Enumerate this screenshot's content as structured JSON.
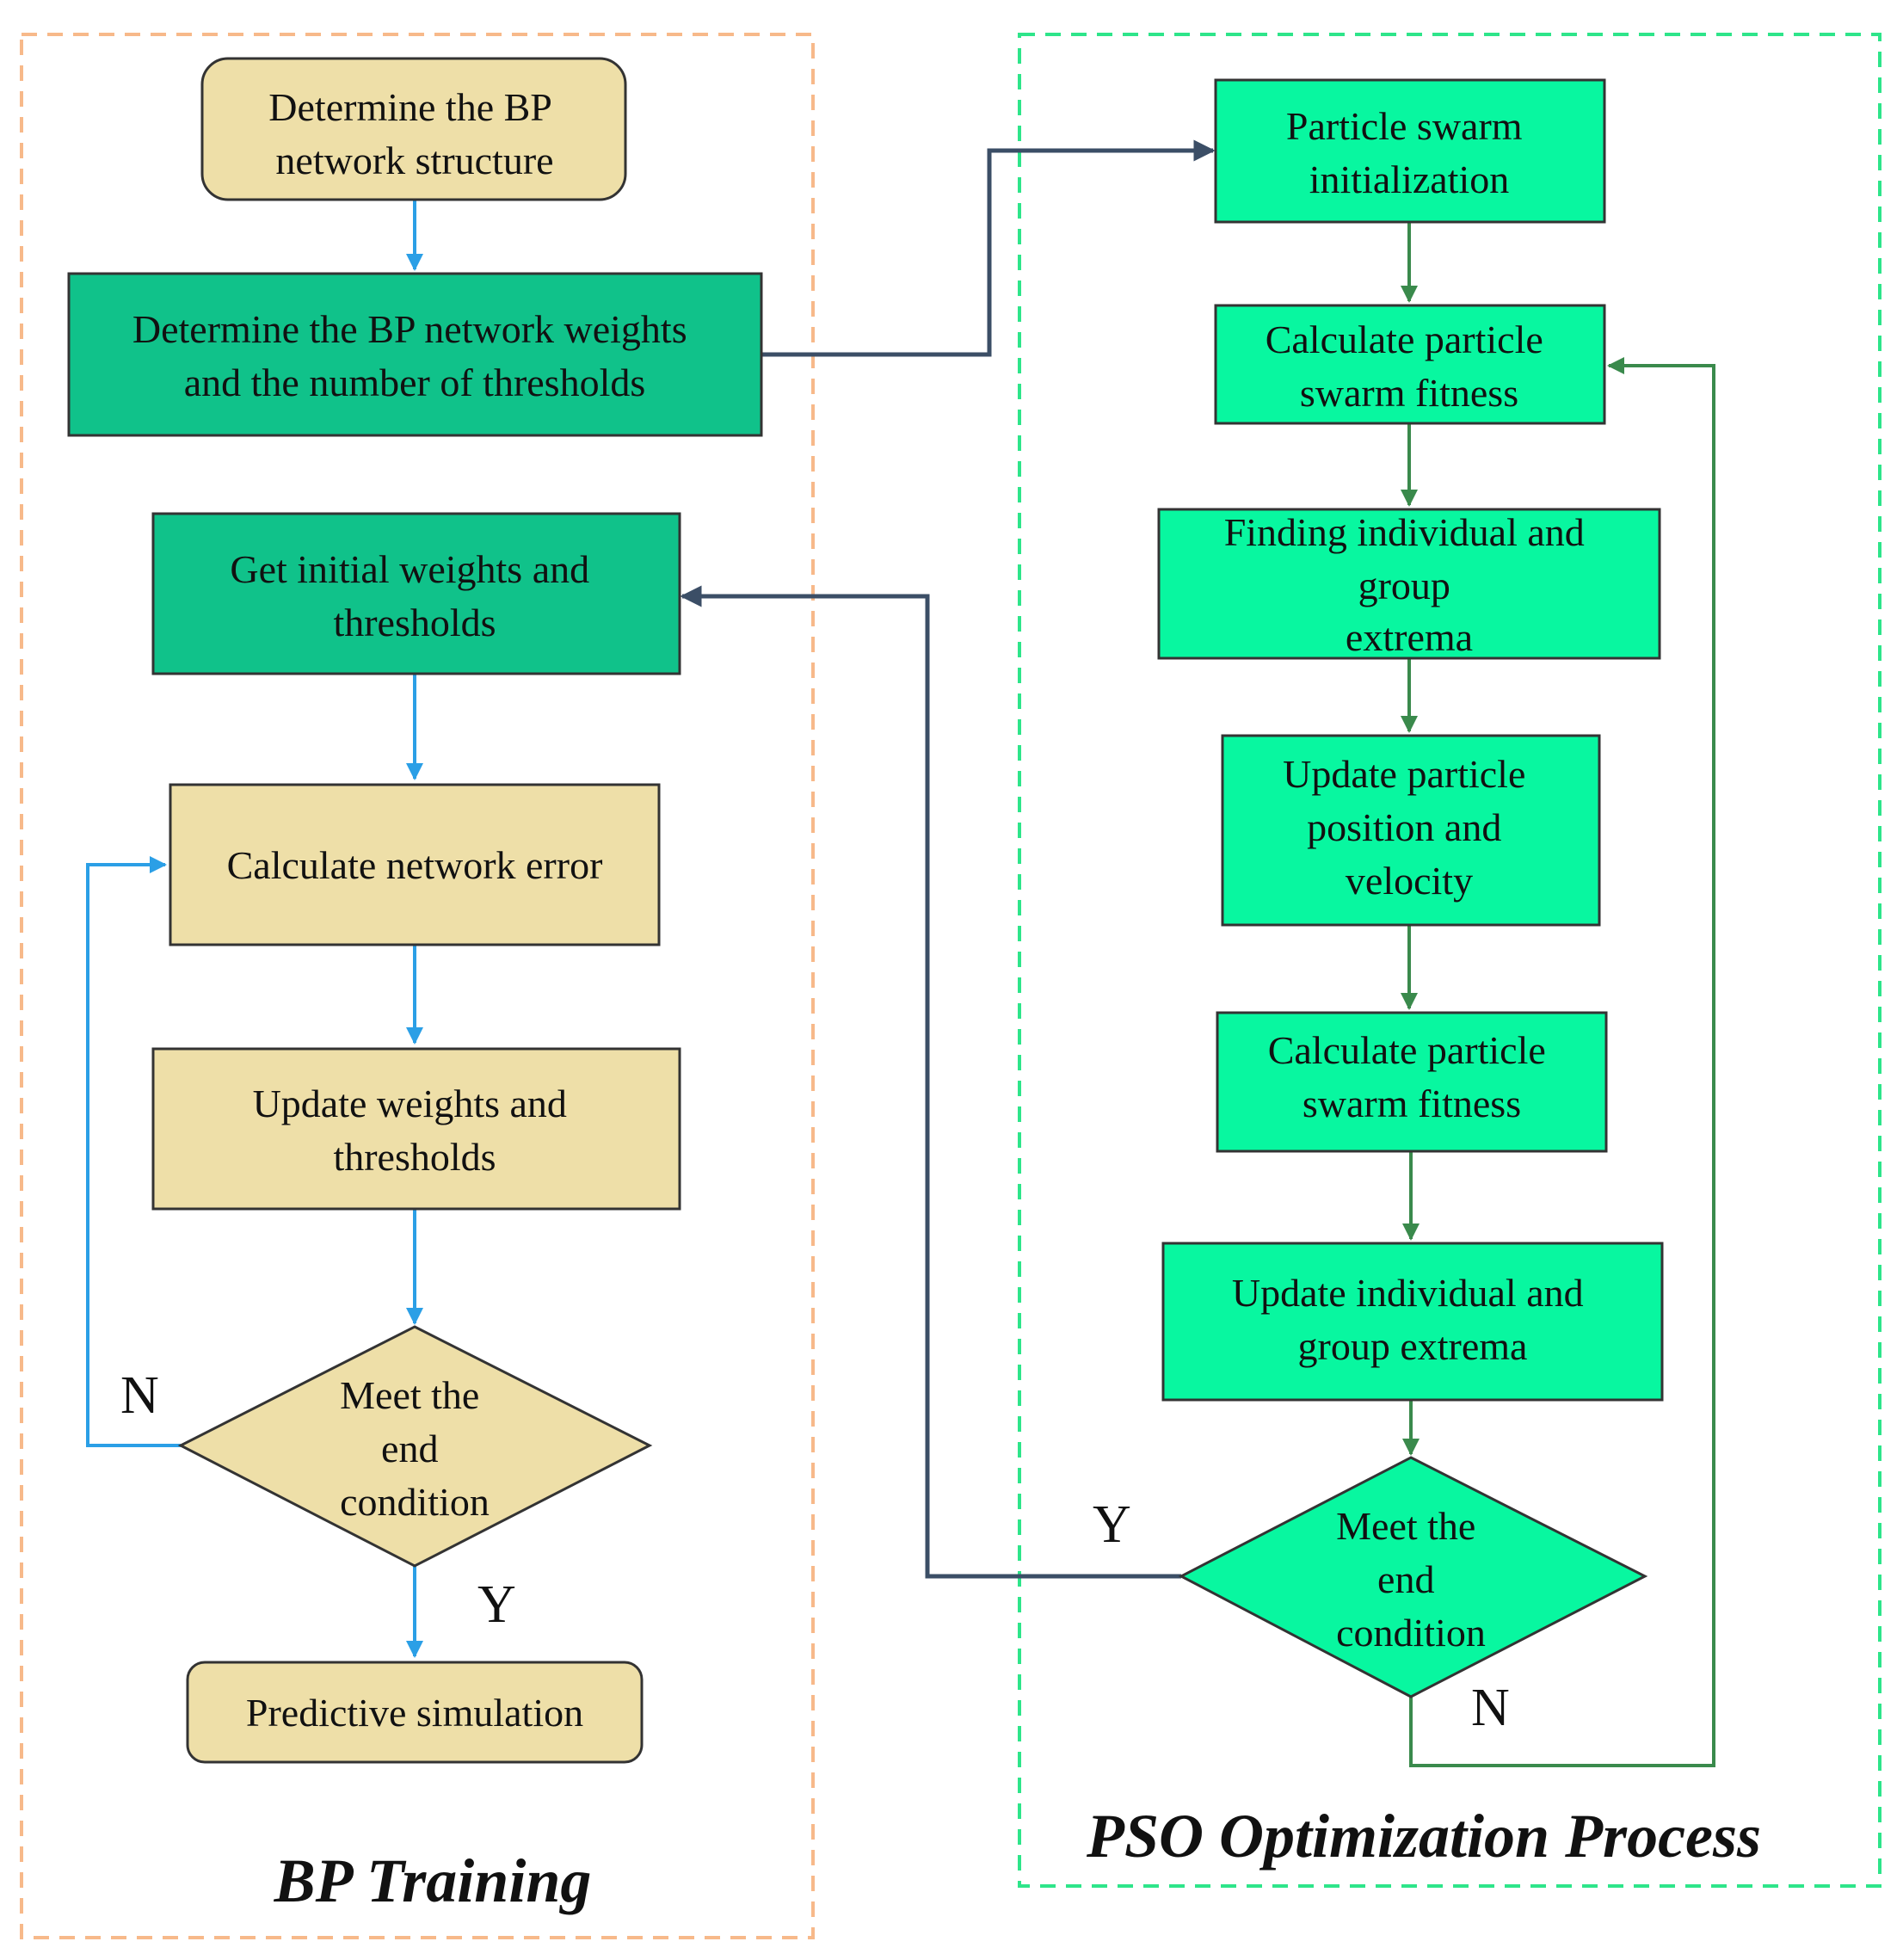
{
  "colors": {
    "bp_frame": "#F7B98A",
    "pso_frame": "#2EE58A",
    "beige_fill": "#EEDFA8",
    "dark_green_fill": "#10C28A",
    "bright_green_fill": "#08F7A0",
    "blue_arrow": "#2B9FE6",
    "green_arrow": "#3A8A4C",
    "navy_arrow": "#3B4E66"
  },
  "groups": {
    "bp_training": "BP Training",
    "pso_process": "PSO Optimization Process"
  },
  "nodes": {
    "bp_structure": [
      "Determine the BP",
      "network structure"
    ],
    "bp_weights_count": [
      "Determine the BP network weights",
      "and the number of thresholds"
    ],
    "initial_weights": [
      "Get initial weights and",
      "thresholds"
    ],
    "network_error": [
      "Calculate network error"
    ],
    "update_weights": [
      "Update weights and",
      "thresholds"
    ],
    "bp_end_condition": [
      "Meet the",
      "end",
      "condition"
    ],
    "predictive_simulation": [
      "Predictive simulation"
    ],
    "pso_init": [
      "Particle swarm",
      "initialization"
    ],
    "fitness_1": [
      "Calculate particle",
      "swarm fitness"
    ],
    "find_extrema": [
      "Finding individual and",
      "group",
      "extrema"
    ],
    "update_position": [
      "Update particle",
      "position and",
      "velocity"
    ],
    "fitness_2": [
      "Calculate particle",
      "swarm fitness"
    ],
    "update_extrema": [
      "Update individual and",
      "group extrema"
    ],
    "pso_end_condition": [
      "Meet the",
      "end",
      "condition"
    ]
  },
  "edge_labels": {
    "bp_no": "N",
    "bp_yes": "Y",
    "pso_yes": "Y",
    "pso_no": "N"
  }
}
